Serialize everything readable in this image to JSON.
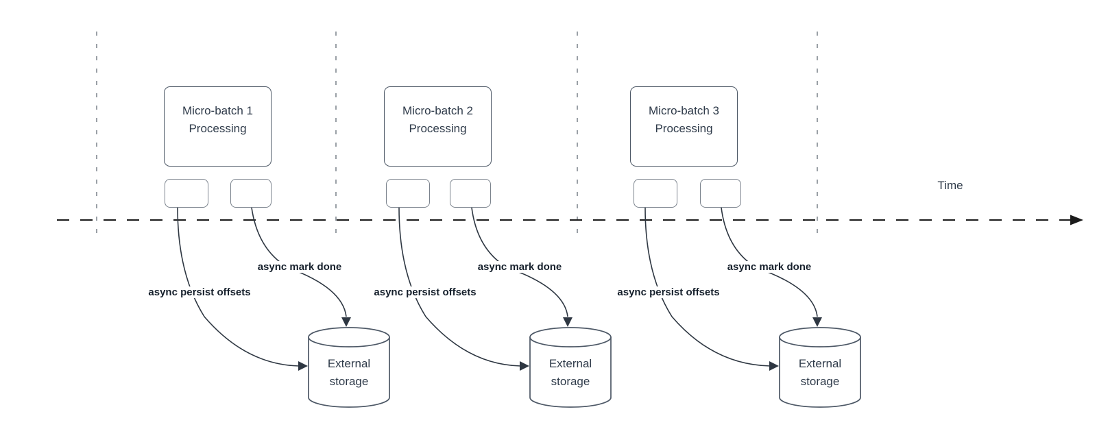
{
  "diagram": {
    "time_axis_label": "Time",
    "groups": [
      {
        "batch_title_line1": "Micro-batch 1",
        "batch_title_line2": "Processing",
        "persist_arrow_label": "async persist offsets",
        "done_arrow_label": "async mark done",
        "storage_line1": "External",
        "storage_line2": "storage"
      },
      {
        "batch_title_line1": "Micro-batch 2",
        "batch_title_line2": "Processing",
        "persist_arrow_label": "async persist offsets",
        "done_arrow_label": "async mark done",
        "storage_line1": "External",
        "storage_line2": "storage"
      },
      {
        "batch_title_line1": "Micro-batch 3",
        "batch_title_line2": "Processing",
        "persist_arrow_label": "async persist offsets",
        "done_arrow_label": "async mark done",
        "storage_line1": "External",
        "storage_line2": "storage"
      }
    ],
    "colors": {
      "background": "#ffffff",
      "shape_stroke": "#4d5866",
      "small_box_stroke": "#7a828c",
      "connector_stroke": "#2e3742",
      "time_axis_stroke": "#1b1b1b",
      "gridline_stroke": "#9aa0a6",
      "shape_text": "#2f3b4a",
      "arrow_label_text": "#16202c"
    }
  }
}
